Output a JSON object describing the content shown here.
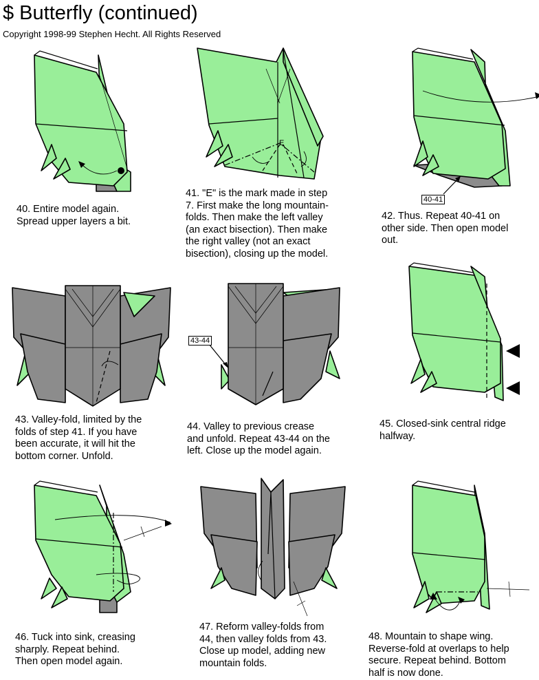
{
  "header": {
    "title": "$ Butterfly (continued)",
    "copyright": "Copyright 1998-99 Stephen Hecht.  All Rights Reserved"
  },
  "colors": {
    "paper_front": "#99ee99",
    "paper_back": "#8c8c8c",
    "background": "#ffffff"
  },
  "steps": [
    {
      "number": 40,
      "caption": "40.  Entire model again.\nSpread upper layers a bit."
    },
    {
      "number": 41,
      "caption": "41.  \"E\" is the mark made in step\n7.  First make the long mountain-\nfolds.  Then make the left valley\n(an exact bisection).  Then make\nthe right valley (not an exact\nbisection), closing up the model.",
      "mark_label": "E"
    },
    {
      "number": 42,
      "caption": "42.  Thus.  Repeat 40-41 on\nother side.  Then open model\nout.",
      "ref_label": "40-41"
    },
    {
      "number": 43,
      "caption": "43.  Valley-fold, limited by the\nfolds of step 41.  If you have\nbeen accurate, it will hit the\nbottom corner.  Unfold."
    },
    {
      "number": 44,
      "caption": "44.  Valley to previous crease\nand unfold.  Repeat 43-44 on the\nleft.  Close up the model again.",
      "ref_label": "43-44"
    },
    {
      "number": 45,
      "caption": "45.  Closed-sink central ridge\nhalfway."
    },
    {
      "number": 46,
      "caption": "46.  Tuck into sink, creasing\nsharply.  Repeat behind.\nThen open model again."
    },
    {
      "number": 47,
      "caption": "47.  Reform valley-folds from\n44, then valley folds from 43.\n Close up model, adding new\nmountain folds."
    },
    {
      "number": 48,
      "caption": "48.  Mountain to shape wing.\nReverse-fold at overlaps to help\nsecure.  Repeat behind.  Bottom\nhalf is now done."
    }
  ]
}
